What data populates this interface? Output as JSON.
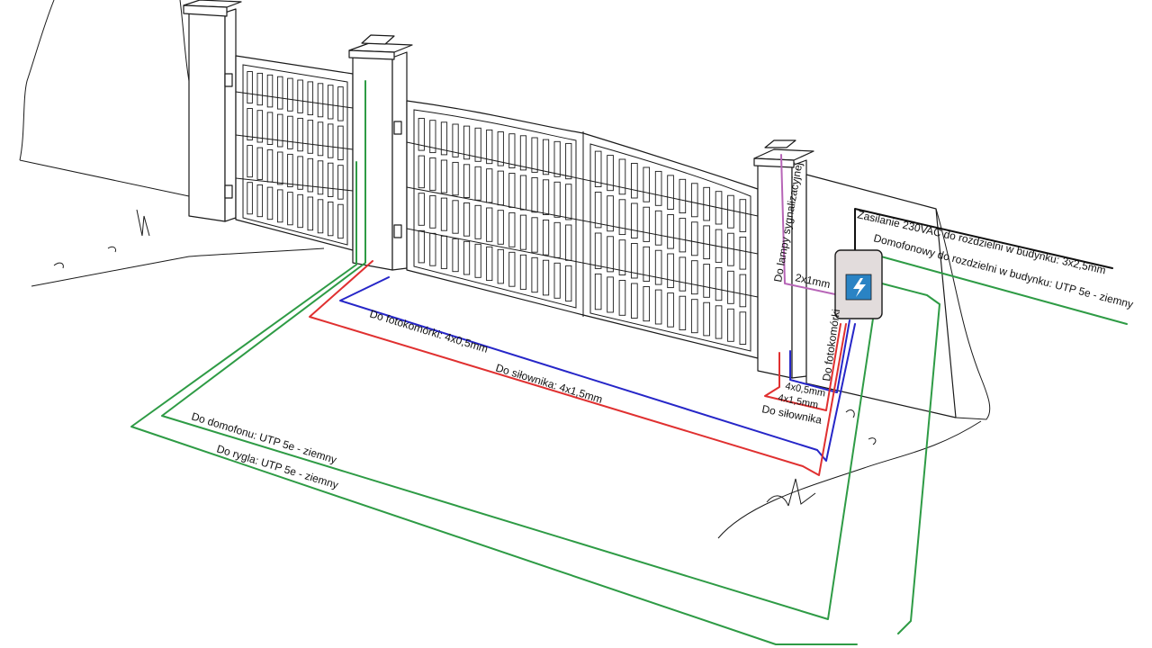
{
  "colors": {
    "green": "#2e9b45",
    "red": "#e03030",
    "blue": "#2626c8",
    "black": "#111111",
    "violet": "#b765b7",
    "box_fill": "#e2dcdc",
    "box_icon": "#2a83c4"
  },
  "icons": {
    "lightning": "lightning-icon"
  },
  "labels": {
    "power": "Zasilanie 230VAC do rozdzielni w budynku: 3x2,5mm",
    "intercom_building": "Domofonowy do rozdzielni w budynku: UTP 5e - ziemny",
    "lamp": "Do lampy sygnalizacyjnej",
    "lamp_cable": "2x1mm",
    "photocell_right": "Do fotokomórki",
    "photocell_right_cable": "4x0,5mm",
    "actuator_right_cable": "4x1,5mm",
    "actuator_right": "Do siłownika",
    "photocell_left": "Do fotokomórki: 4x0,5mm",
    "actuator_left": "Do siłownika: 4x1,5mm",
    "intercom": "Do domofonu:  UTP 5e - ziemny",
    "bolt": "Do rygla:  UTP 5e - ziemny"
  }
}
